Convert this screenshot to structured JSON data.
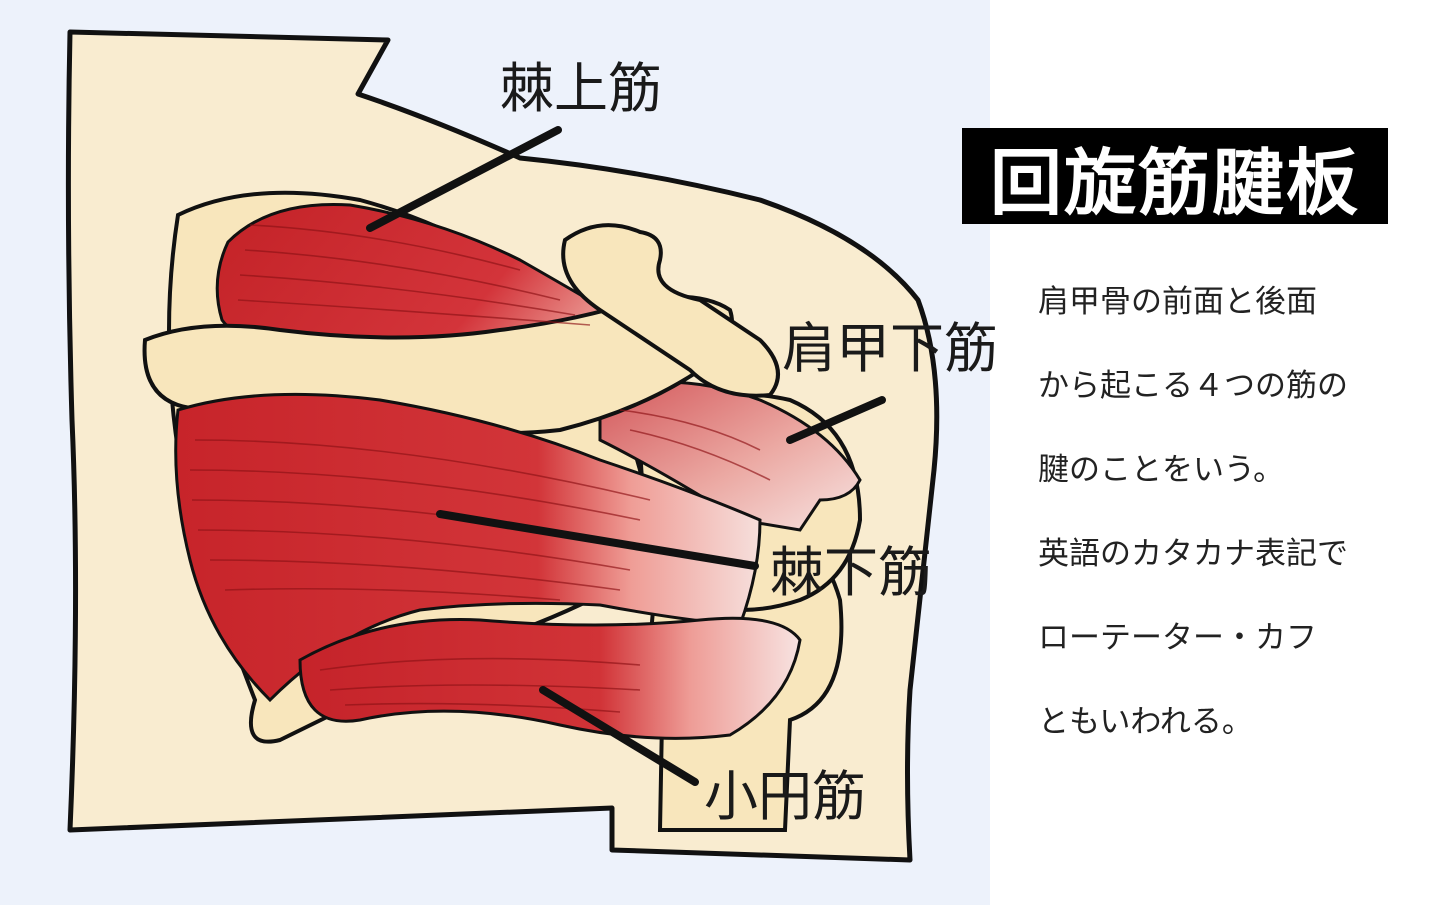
{
  "title": "回旋筋腱板",
  "labels": {
    "supraspinatus": "棘上筋",
    "subscapularis": "肩甲下筋",
    "infraspinatus": "棘下筋",
    "teres_minor": "小円筋"
  },
  "description": [
    "肩甲骨の前面と後面",
    "から起こる４つの筋の",
    "腱のことをいう。",
    "英語のカタカナ表記で",
    "ローテーター・カフ",
    "ともいわれる。"
  ],
  "colors": {
    "background": "#edf2fb",
    "skin": "#f9ecd0",
    "bone": "#f8e6bc",
    "muscle": "#c9262b",
    "tendon": "#f5d9d6",
    "title_bg": "#000000",
    "title_fg": "#ffffff"
  }
}
